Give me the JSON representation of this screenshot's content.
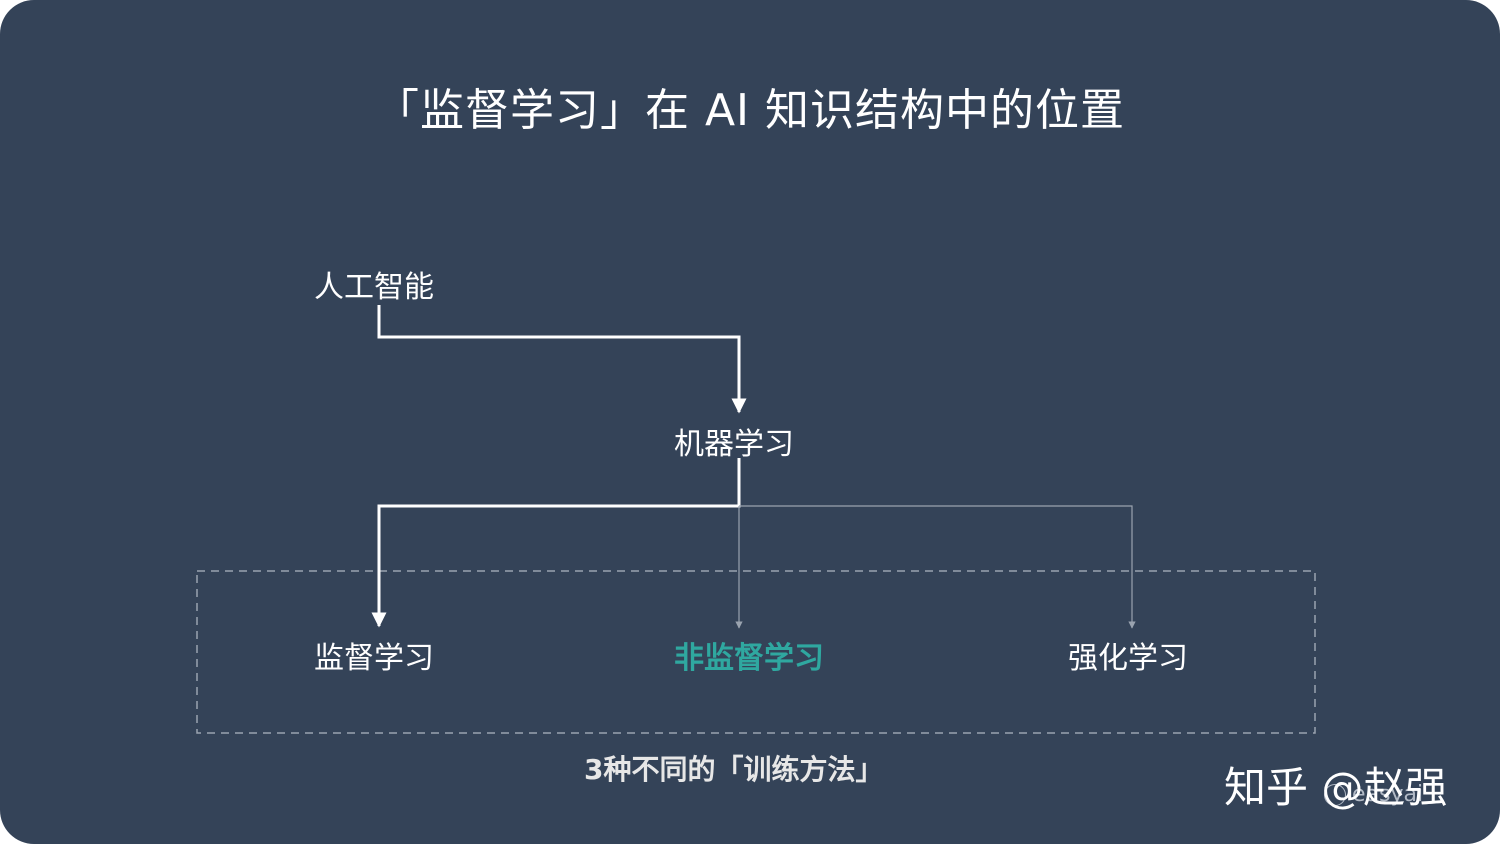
{
  "title": "「监督学习」在 AI 知识结构中的位置",
  "nodes": {
    "ai": "人工智能",
    "ml": "机器学习",
    "supervised": "监督学习",
    "unsupervised": "非监督学习",
    "reinforcement": "强化学习"
  },
  "group_caption": "3种不同的「训练方法」",
  "watermark": "知乎 @赵强",
  "sub_watermark": "easyai",
  "colors": {
    "background": "#344358",
    "highlight": "#2fa8a0",
    "primary_line": "#ffffff",
    "secondary_line": "#9aa3af",
    "dashed_border": "#9aa3af"
  }
}
